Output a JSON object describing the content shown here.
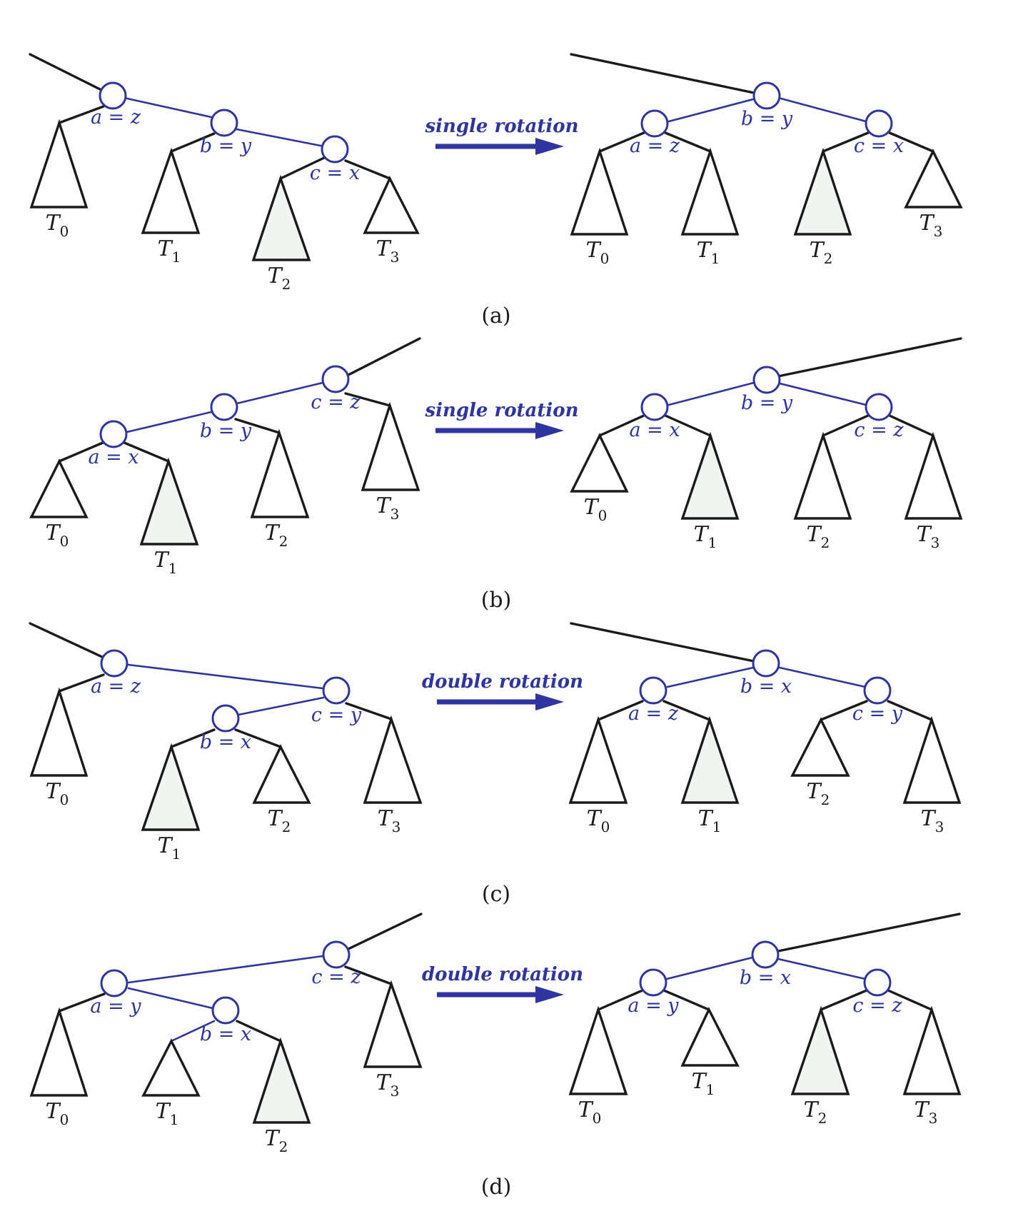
{
  "panels": [
    {
      "caption": "(a)",
      "arrow_label": "single rotation",
      "before": {
        "node_labels": [
          "a = z",
          "b = y",
          "c = x"
        ],
        "subtree_labels": [
          "0",
          "1",
          "2",
          "3"
        ]
      },
      "after": {
        "node_labels": [
          "a = z",
          "b = y",
          "c = x"
        ],
        "subtree_labels": [
          "0",
          "1",
          "2",
          "3"
        ]
      }
    },
    {
      "caption": "(b)",
      "arrow_label": "single rotation",
      "before": {
        "node_labels": [
          "a = x",
          "b = y",
          "c = z"
        ],
        "subtree_labels": [
          "0",
          "1",
          "2",
          "3"
        ]
      },
      "after": {
        "node_labels": [
          "a = x",
          "b = y",
          "c = z"
        ],
        "subtree_labels": [
          "0",
          "1",
          "2",
          "3"
        ]
      }
    },
    {
      "caption": "(c)",
      "arrow_label": "double rotation",
      "before": {
        "node_labels": [
          "a = z",
          "b = x",
          "c = y"
        ],
        "subtree_labels": [
          "0",
          "1",
          "2",
          "3"
        ]
      },
      "after": {
        "node_labels": [
          "a = z",
          "b = x",
          "c = y"
        ],
        "subtree_labels": [
          "0",
          "1",
          "2",
          "3"
        ]
      }
    },
    {
      "caption": "(d)",
      "arrow_label": "double rotation",
      "before": {
        "node_labels": [
          "a = y",
          "b = x",
          "c = z"
        ],
        "subtree_labels": [
          "0",
          "1",
          "2",
          "3"
        ]
      },
      "after": {
        "node_labels": [
          "a = y",
          "b = x",
          "c = z"
        ],
        "subtree_labels": [
          "0",
          "1",
          "2",
          "3"
        ]
      }
    }
  ],
  "subtree_letter": "T",
  "colors": {
    "tree_edges": "#1b1b1b",
    "highlight": "#2e35a0",
    "shaded_subtree": "#f1f5f2"
  }
}
